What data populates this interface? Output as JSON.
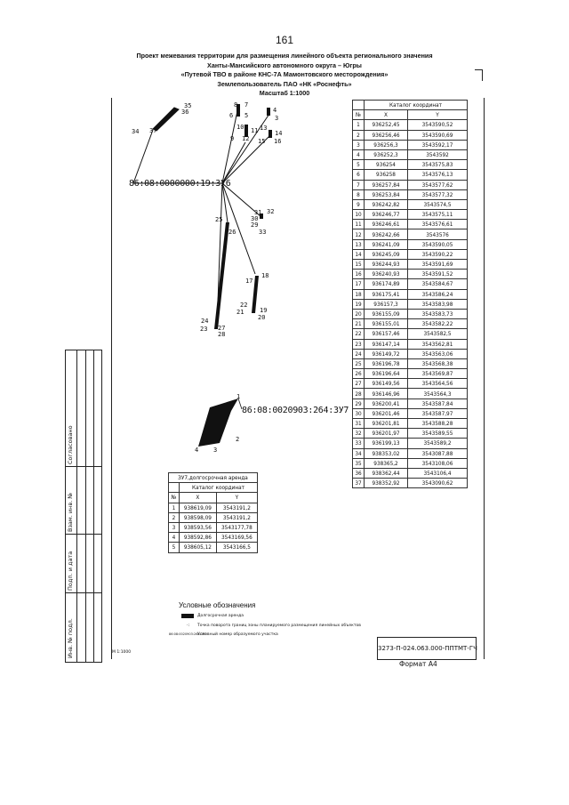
{
  "page_number": "161",
  "header_lines": [
    "Проект межевания территории для размещения линейного объекта регионального значения",
    "Ханты-Мансийского автономного округа – Югры",
    "«Путевой ТВО в районе КНС-7А Мамонтовского месторождения»",
    "Землепользователь ПАО «НК «Роснефть»",
    "Масштаб 1:1000"
  ],
  "drawing": {
    "cadastral_label_1": "86:08:0000000:19:ЗУ6",
    "cadastral_label_2": "86:08:0020903:264:ЗУ7",
    "point_labels": [
      "35",
      "36",
      "34",
      "37",
      "8",
      "7",
      "6",
      "5",
      "4",
      "3",
      "10",
      "11",
      "9",
      "12",
      "13",
      "14",
      "15",
      "16",
      "31",
      "32",
      "30",
      "29",
      "33",
      "25",
      "26",
      "18",
      "17",
      "22",
      "21",
      "19",
      "20",
      "24",
      "23",
      "27",
      "28",
      "1",
      "2",
      "3",
      "4"
    ]
  },
  "catalog_main": {
    "title": "Каталог координат",
    "headers": [
      "№",
      "X",
      "Y"
    ],
    "rows": [
      [
        "1",
        "936252,45",
        "3543590,52"
      ],
      [
        "2",
        "936256,46",
        "3543590,69"
      ],
      [
        "3",
        "936256,3",
        "3543592,17"
      ],
      [
        "4",
        "936252,3",
        "3543592"
      ],
      [
        "5",
        "936254",
        "3543575,83"
      ],
      [
        "6",
        "936258",
        "3543576,13"
      ],
      [
        "7",
        "936257,84",
        "3543577,62"
      ],
      [
        "8",
        "936253,84",
        "3543577,32"
      ],
      [
        "9",
        "936242,82",
        "3543574,5"
      ],
      [
        "10",
        "936246,77",
        "3543575,11"
      ],
      [
        "11",
        "936246,61",
        "3543576,61"
      ],
      [
        "12",
        "936242,66",
        "3543576"
      ],
      [
        "13",
        "936241,09",
        "3543590,05"
      ],
      [
        "14",
        "936245,09",
        "3543590,22"
      ],
      [
        "15",
        "936244,93",
        "3543591,69"
      ],
      [
        "16",
        "936240,93",
        "3543591,52"
      ],
      [
        "17",
        "936174,89",
        "3543584,67"
      ],
      [
        "18",
        "936175,41",
        "3543586,24"
      ],
      [
        "19",
        "936157,3",
        "3543583,98"
      ],
      [
        "20",
        "936155,09",
        "3543583,73"
      ],
      [
        "21",
        "936155,01",
        "3543582,22"
      ],
      [
        "22",
        "936157,46",
        "3543582,5"
      ],
      [
        "23",
        "936147,14",
        "3543562,81"
      ],
      [
        "24",
        "936149,72",
        "3543563,06"
      ],
      [
        "25",
        "936196,78",
        "3543568,38"
      ],
      [
        "26",
        "936196,64",
        "3543569,87"
      ],
      [
        "27",
        "936149,56",
        "3543564,56"
      ],
      [
        "28",
        "936146,96",
        "3543564,3"
      ],
      [
        "29",
        "936200,41",
        "3543587,84"
      ],
      [
        "30",
        "936201,46",
        "3543587,97"
      ],
      [
        "31",
        "936201,81",
        "3543588,28"
      ],
      [
        "32",
        "936201,97",
        "3543589,55"
      ],
      [
        "33",
        "936199,13",
        "3543589,2"
      ],
      [
        "34",
        "938353,02",
        "3543087,88"
      ],
      [
        "35",
        "938365,2",
        "3543108,06"
      ],
      [
        "36",
        "938362,44",
        "3543106,4"
      ],
      [
        "37",
        "938352,92",
        "3543090,62"
      ]
    ]
  },
  "catalog_zu7": {
    "caption": "ЗУ7,долгосрочная аренда",
    "title": "Каталог координат",
    "headers": [
      "№",
      "X",
      "Y"
    ],
    "rows": [
      [
        "1",
        "938619,09",
        "3543191,2"
      ],
      [
        "2",
        "938598,09",
        "3543191,2"
      ],
      [
        "3",
        "938593,56",
        "3543177,78"
      ],
      [
        "4",
        "938592,86",
        "3543169,56"
      ],
      [
        "5",
        "938605,12",
        "3543166,5"
      ]
    ]
  },
  "legend": {
    "title": "Условные обозначения",
    "items": [
      "Долгосрочная аренда",
      "Точка поворота границ зоны планируемого размещения линейных объектов",
      "Условный номер образуемого участка"
    ],
    "sample_number": "86:08:0020903:264:ЗУ7"
  },
  "side_stamp": {
    "labels": [
      "Согласовано",
      "Взам. инв. №",
      "Подп. и дата",
      "Инв. № подл."
    ]
  },
  "stamp_code": "3273-П-024.063.000-ППТМТ-ГЧ",
  "format_label": "Формат А4",
  "scale_small": "М 1:1000"
}
